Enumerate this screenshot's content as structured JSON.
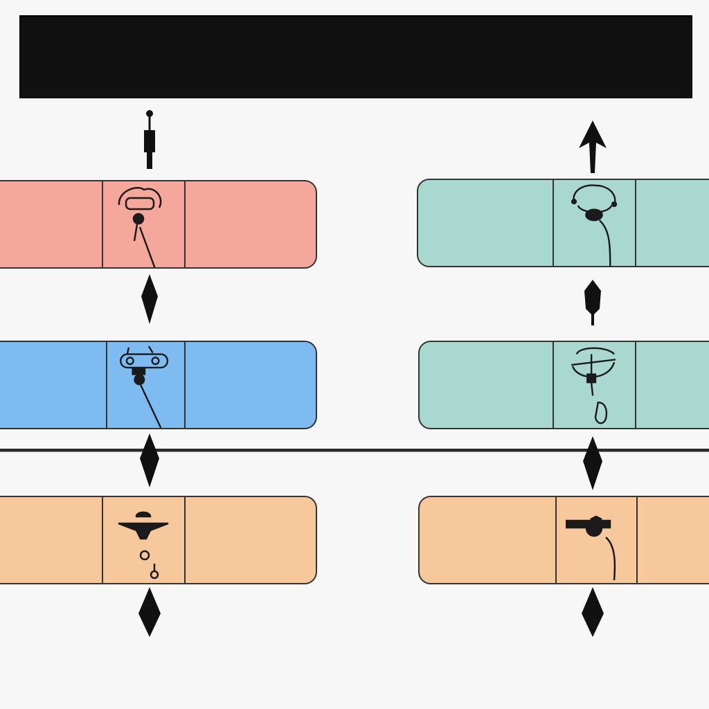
{
  "banner": {
    "line1": "",
    "line2": ""
  },
  "colors": {
    "red": "#f6a79b",
    "blue": "#7ebbf0",
    "teal": "#a8d8cf",
    "orange": "#f8c89d",
    "ink": "#1b1b1b"
  },
  "left_column": {
    "rows": [
      {
        "color": "red",
        "left": [
          "",
          "",
          ""
        ],
        "icon": "microphone-stand-icon",
        "right": [
          "",
          "",
          ""
        ]
      },
      {
        "color": "blue",
        "left": [
          "",
          "",
          ""
        ],
        "icon": "camera-tripod-icon",
        "right": [
          "",
          "",
          ""
        ]
      },
      {
        "color": "orange",
        "left": [
          "",
          "",
          ""
        ],
        "icon": "spinning-top-icon",
        "right": [
          "",
          ""
        ]
      }
    ],
    "caption": [
      "",
      "",
      ""
    ]
  },
  "right_column": {
    "rows": [
      {
        "color": "teal",
        "left": [
          "",
          "",
          ""
        ],
        "icon": "headset-icon",
        "right": [
          "",
          "",
          ""
        ]
      },
      {
        "color": "teal",
        "left": [
          "",
          "",
          ""
        ],
        "icon": "globe-stand-icon",
        "right": [
          "",
          "",
          ""
        ]
      },
      {
        "color": "orange",
        "left": [
          "",
          "",
          ""
        ],
        "icon": "hat-stand-icon",
        "right": [
          "",
          "",
          ""
        ]
      }
    ],
    "caption": [
      "",
      ""
    ]
  }
}
